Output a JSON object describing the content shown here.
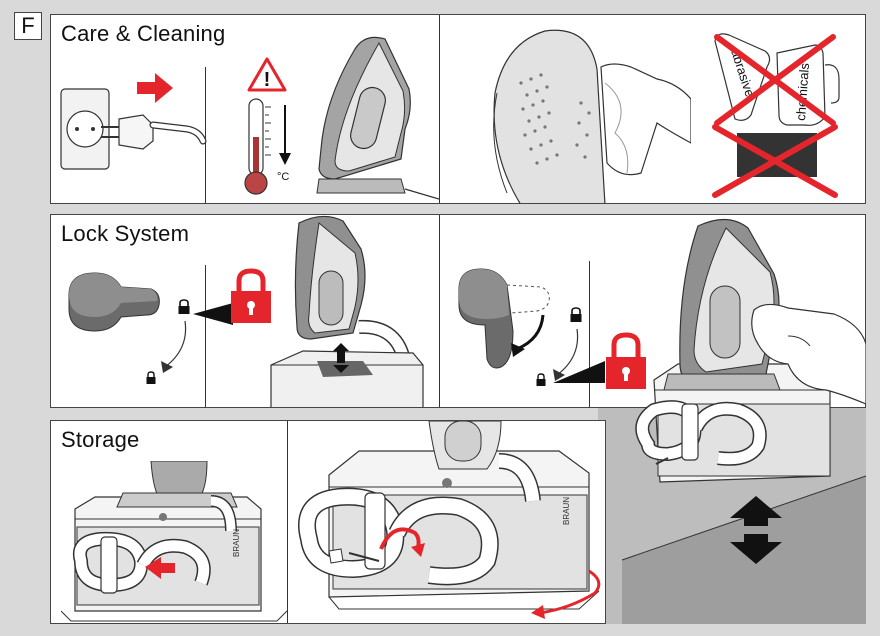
{
  "section_letter": "F",
  "panels": {
    "care": {
      "title": "Care & Cleaning",
      "temp_unit": "°C"
    },
    "lock": {
      "title": "Lock System"
    },
    "storage": {
      "title": "Storage"
    }
  },
  "labels": {
    "abrasive": "abrasive",
    "chemicals": "chemicals",
    "brand": "BRAUN",
    "warning": "!"
  },
  "colors": {
    "accent_red": "#e4262c",
    "line": "#333333",
    "iron_grey": "#8c8c8c",
    "light_grey": "#d6d6d6",
    "panel_bg": "#ffffff",
    "page_bg": "#d9d9d9"
  },
  "icons": [
    "arrow-right-icon",
    "warning-triangle-icon",
    "thermometer-icon",
    "padlock-icon",
    "cross-icon",
    "up-down-arrow-icon"
  ]
}
